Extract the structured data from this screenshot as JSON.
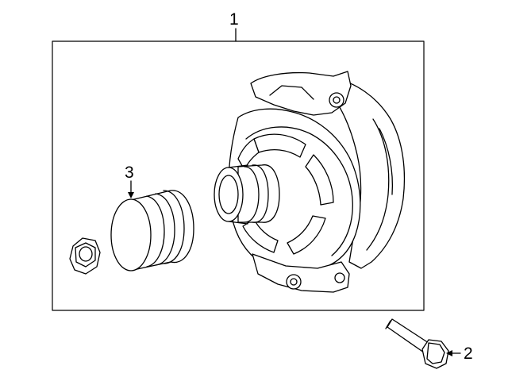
{
  "diagram": {
    "type": "exploded parts diagram",
    "callouts": {
      "assembly": "1",
      "bolt": "2",
      "pulley": "3"
    },
    "line_color": "#000000",
    "background": "#ffffff"
  }
}
